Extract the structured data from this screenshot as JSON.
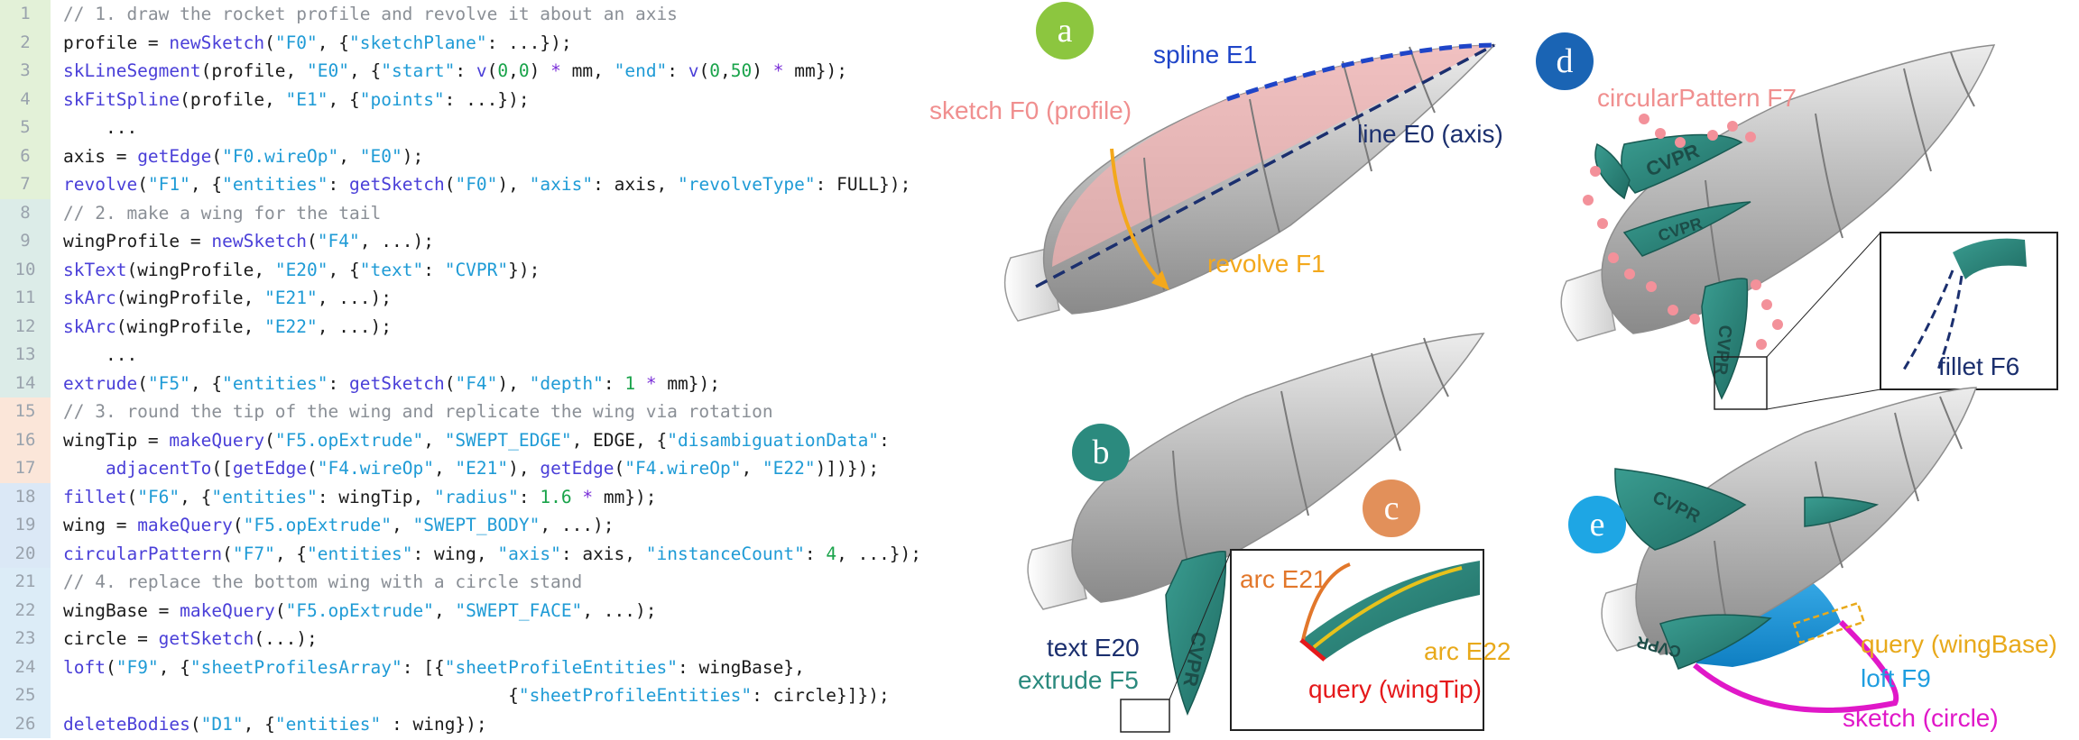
{
  "code": {
    "lines": [
      {
        "num": "1",
        "band": "#e3f1d8",
        "tokens": [
          [
            "cm",
            "// 1. draw the rocket profile and revolve it about an axis"
          ]
        ]
      },
      {
        "num": "2",
        "band": "#e3f1d8",
        "tokens": [
          [
            "kw",
            "profile = "
          ],
          [
            "fn",
            "newSketch"
          ],
          [
            "kw",
            "("
          ],
          [
            "st",
            "\"F0\""
          ],
          [
            "kw",
            ", {"
          ],
          [
            "st",
            "\"sketchPlane\""
          ],
          [
            "kw",
            ": ...});"
          ]
        ]
      },
      {
        "num": "3",
        "band": "#e3f1d8",
        "tokens": [
          [
            "fn",
            "skLineSegment"
          ],
          [
            "kw",
            "(profile, "
          ],
          [
            "st",
            "\"E0\""
          ],
          [
            "kw",
            ", {"
          ],
          [
            "st",
            "\"start\""
          ],
          [
            "kw",
            ": "
          ],
          [
            "fn",
            "v"
          ],
          [
            "kw",
            "("
          ],
          [
            "nu",
            "0"
          ],
          [
            "kw",
            ","
          ],
          [
            "nu",
            "0"
          ],
          [
            "kw",
            ") "
          ],
          [
            "op",
            "*"
          ],
          [
            "kw",
            " mm, "
          ],
          [
            "st",
            "\"end\""
          ],
          [
            "kw",
            ": "
          ],
          [
            "fn",
            "v"
          ],
          [
            "kw",
            "("
          ],
          [
            "nu",
            "0"
          ],
          [
            "kw",
            ","
          ],
          [
            "nu",
            "50"
          ],
          [
            "kw",
            ") "
          ],
          [
            "op",
            "*"
          ],
          [
            "kw",
            " mm});"
          ]
        ]
      },
      {
        "num": "4",
        "band": "#e3f1d8",
        "tokens": [
          [
            "fn",
            "skFitSpline"
          ],
          [
            "kw",
            "(profile, "
          ],
          [
            "st",
            "\"E1\""
          ],
          [
            "kw",
            ", {"
          ],
          [
            "st",
            "\"points\""
          ],
          [
            "kw",
            ": ...});"
          ]
        ]
      },
      {
        "num": "5",
        "band": "#e3f1d8",
        "tokens": [
          [
            "kw",
            "    ..."
          ]
        ]
      },
      {
        "num": "6",
        "band": "#e3f1d8",
        "tokens": [
          [
            "kw",
            "axis = "
          ],
          [
            "fn",
            "getEdge"
          ],
          [
            "kw",
            "("
          ],
          [
            "st",
            "\"F0.wireOp\""
          ],
          [
            "kw",
            ", "
          ],
          [
            "st",
            "\"E0\""
          ],
          [
            "kw",
            ");"
          ]
        ]
      },
      {
        "num": "7",
        "band": "#e3f1d8",
        "tokens": [
          [
            "fn",
            "revolve"
          ],
          [
            "kw",
            "("
          ],
          [
            "st",
            "\"F1\""
          ],
          [
            "kw",
            ", {"
          ],
          [
            "st",
            "\"entities\""
          ],
          [
            "kw",
            ": "
          ],
          [
            "fn",
            "getSketch"
          ],
          [
            "kw",
            "("
          ],
          [
            "st",
            "\"F0\""
          ],
          [
            "kw",
            "), "
          ],
          [
            "st",
            "\"axis\""
          ],
          [
            "kw",
            ": axis, "
          ],
          [
            "st",
            "\"revolveType\""
          ],
          [
            "kw",
            ": FULL});"
          ]
        ]
      },
      {
        "num": "8",
        "band": "#dcece8",
        "tokens": [
          [
            "cm",
            "// 2. make a wing for the tail"
          ]
        ]
      },
      {
        "num": "9",
        "band": "#dcece8",
        "tokens": [
          [
            "kw",
            "wingProfile = "
          ],
          [
            "fn",
            "newSketch"
          ],
          [
            "kw",
            "("
          ],
          [
            "st",
            "\"F4\""
          ],
          [
            "kw",
            ", ...);"
          ]
        ]
      },
      {
        "num": "10",
        "band": "#dcece8",
        "tokens": [
          [
            "fn",
            "skText"
          ],
          [
            "kw",
            "(wingProfile, "
          ],
          [
            "st",
            "\"E20\""
          ],
          [
            "kw",
            ", {"
          ],
          [
            "st",
            "\"text\""
          ],
          [
            "kw",
            ": "
          ],
          [
            "st",
            "\"CVPR\""
          ],
          [
            "kw",
            "});"
          ]
        ]
      },
      {
        "num": "11",
        "band": "#dcece8",
        "tokens": [
          [
            "fn",
            "skArc"
          ],
          [
            "kw",
            "(wingProfile, "
          ],
          [
            "st",
            "\"E21\""
          ],
          [
            "kw",
            ", ...);"
          ]
        ]
      },
      {
        "num": "12",
        "band": "#dcece8",
        "tokens": [
          [
            "fn",
            "skArc"
          ],
          [
            "kw",
            "(wingProfile, "
          ],
          [
            "st",
            "\"E22\""
          ],
          [
            "kw",
            ", ...);"
          ]
        ]
      },
      {
        "num": "13",
        "band": "#dcece8",
        "tokens": [
          [
            "kw",
            "    ..."
          ]
        ]
      },
      {
        "num": "14",
        "band": "#dcece8",
        "tokens": [
          [
            "fn",
            "extrude"
          ],
          [
            "kw",
            "("
          ],
          [
            "st",
            "\"F5\""
          ],
          [
            "kw",
            ", {"
          ],
          [
            "st",
            "\"entities\""
          ],
          [
            "kw",
            ": "
          ],
          [
            "fn",
            "getSketch"
          ],
          [
            "kw",
            "("
          ],
          [
            "st",
            "\"F4\""
          ],
          [
            "kw",
            "), "
          ],
          [
            "st",
            "\"depth\""
          ],
          [
            "kw",
            ": "
          ],
          [
            "nu",
            "1"
          ],
          [
            "kw",
            " "
          ],
          [
            "op",
            "*"
          ],
          [
            "kw",
            " mm});"
          ]
        ]
      },
      {
        "num": "15",
        "band": "#fbe6d9",
        "tokens": [
          [
            "cm",
            "// 3. round the tip of the wing and replicate the wing via rotation"
          ]
        ]
      },
      {
        "num": "16",
        "band": "#fbe6d9",
        "tokens": [
          [
            "kw",
            "wingTip = "
          ],
          [
            "fn",
            "makeQuery"
          ],
          [
            "kw",
            "("
          ],
          [
            "st",
            "\"F5.opExtrude\""
          ],
          [
            "kw",
            ", "
          ],
          [
            "st",
            "\"SWEPT_EDGE\""
          ],
          [
            "kw",
            ", EDGE, {"
          ],
          [
            "st",
            "\"disambiguationData\""
          ],
          [
            "kw",
            ":"
          ]
        ]
      },
      {
        "num": "17",
        "band": "#fbe6d9",
        "tokens": [
          [
            "kw",
            "    "
          ],
          [
            "fn",
            "adjacentTo"
          ],
          [
            "kw",
            "(["
          ],
          [
            "fn",
            "getEdge"
          ],
          [
            "kw",
            "("
          ],
          [
            "st",
            "\"F4.wireOp\""
          ],
          [
            "kw",
            ", "
          ],
          [
            "st",
            "\"E21\""
          ],
          [
            "kw",
            "), "
          ],
          [
            "fn",
            "getEdge"
          ],
          [
            "kw",
            "("
          ],
          [
            "st",
            "\"F4.wireOp\""
          ],
          [
            "kw",
            ", "
          ],
          [
            "st",
            "\"E22\""
          ],
          [
            "kw",
            ")])});"
          ]
        ]
      },
      {
        "num": "18",
        "band": "#dbe8f6",
        "tokens": [
          [
            "fn",
            "fillet"
          ],
          [
            "kw",
            "("
          ],
          [
            "st",
            "\"F6\""
          ],
          [
            "kw",
            ", {"
          ],
          [
            "st",
            "\"entities\""
          ],
          [
            "kw",
            ": wingTip, "
          ],
          [
            "st",
            "\"radius\""
          ],
          [
            "kw",
            ": "
          ],
          [
            "nu",
            "1.6"
          ],
          [
            "kw",
            " "
          ],
          [
            "op",
            "*"
          ],
          [
            "kw",
            " mm});"
          ]
        ]
      },
      {
        "num": "19",
        "band": "#dbe8f6",
        "tokens": [
          [
            "kw",
            "wing = "
          ],
          [
            "fn",
            "makeQuery"
          ],
          [
            "kw",
            "("
          ],
          [
            "st",
            "\"F5.opExtrude\""
          ],
          [
            "kw",
            ", "
          ],
          [
            "st",
            "\"SWEPT_BODY\""
          ],
          [
            "kw",
            ", ...);"
          ]
        ]
      },
      {
        "num": "20",
        "band": "#dbe8f6",
        "tokens": [
          [
            "fn",
            "circularPattern"
          ],
          [
            "kw",
            "("
          ],
          [
            "st",
            "\"F7\""
          ],
          [
            "kw",
            ", {"
          ],
          [
            "st",
            "\"entities\""
          ],
          [
            "kw",
            ": wing, "
          ],
          [
            "st",
            "\"axis\""
          ],
          [
            "kw",
            ": axis, "
          ],
          [
            "st",
            "\"instanceCount\""
          ],
          [
            "kw",
            ": "
          ],
          [
            "nu",
            "4"
          ],
          [
            "kw",
            ", ...});"
          ]
        ]
      },
      {
        "num": "21",
        "band": "#dcecf7",
        "tokens": [
          [
            "cm",
            "// 4. replace the bottom wing with a circle stand"
          ]
        ]
      },
      {
        "num": "22",
        "band": "#dcecf7",
        "tokens": [
          [
            "kw",
            "wingBase = "
          ],
          [
            "fn",
            "makeQuery"
          ],
          [
            "kw",
            "("
          ],
          [
            "st",
            "\"F5.opExtrude\""
          ],
          [
            "kw",
            ", "
          ],
          [
            "st",
            "\"SWEPT_FACE\""
          ],
          [
            "kw",
            ", ...);"
          ]
        ]
      },
      {
        "num": "23",
        "band": "#dcecf7",
        "tokens": [
          [
            "kw",
            "circle = "
          ],
          [
            "fn",
            "getSketch"
          ],
          [
            "kw",
            "(...);"
          ]
        ]
      },
      {
        "num": "24",
        "band": "#dcecf7",
        "tokens": [
          [
            "fn",
            "loft"
          ],
          [
            "kw",
            "("
          ],
          [
            "st",
            "\"F9\""
          ],
          [
            "kw",
            ", {"
          ],
          [
            "st",
            "\"sheetProfilesArray\""
          ],
          [
            "kw",
            ": [{"
          ],
          [
            "st",
            "\"sheetProfileEntities\""
          ],
          [
            "kw",
            ": wingBase},"
          ]
        ]
      },
      {
        "num": "25",
        "band": "#dcecf7",
        "tokens": [
          [
            "kw",
            "                                          {"
          ],
          [
            "st",
            "\"sheetProfileEntities\""
          ],
          [
            "kw",
            ": circle}]});"
          ]
        ]
      },
      {
        "num": "26",
        "band": "#dcecf7",
        "tokens": [
          [
            "fn",
            "deleteBodies"
          ],
          [
            "kw",
            "("
          ],
          [
            "st",
            "\"D1\""
          ],
          [
            "kw",
            ", {"
          ],
          [
            "st",
            "\"entities\""
          ],
          [
            "kw",
            " : wing});"
          ]
        ]
      }
    ]
  },
  "figure": {
    "badges": {
      "a": {
        "letter": "a",
        "color": "#8cc63f"
      },
      "b": {
        "letter": "b",
        "color": "#2b8a7e"
      },
      "c": {
        "letter": "c",
        "color": "#e2905a"
      },
      "d": {
        "letter": "d",
        "color": "#1a64b4"
      },
      "e": {
        "letter": "e",
        "color": "#1ea6e4"
      }
    },
    "labels": {
      "spline": "spline E1",
      "sketch_profile": "sketch F0 (profile)",
      "line_axis": "line E0 (axis)",
      "revolve": "revolve F1",
      "text_e20": "text E20",
      "extrude": "extrude F5",
      "arc_e21": "arc E21",
      "arc_e22": "arc E22",
      "query_tip": "query (wingTip)",
      "circular_pattern": "circularPattern F7",
      "fillet": "fillet F6",
      "query_base": "query (wingBase)",
      "loft": "loft F9",
      "sketch_circle": "sketch (circle)",
      "wing_text": "CVPR"
    },
    "colors": {
      "pink": "#f08f8f",
      "navy": "#1b2f6e",
      "spline_blue": "#1f45c8",
      "orange": "#f3a81c",
      "teal": "#2b8a7e",
      "red": "#e5191b",
      "dark_orange": "#e2772b",
      "gold": "#e8a91b",
      "magenta": "#e018c8",
      "sky": "#1f9ee0"
    }
  }
}
